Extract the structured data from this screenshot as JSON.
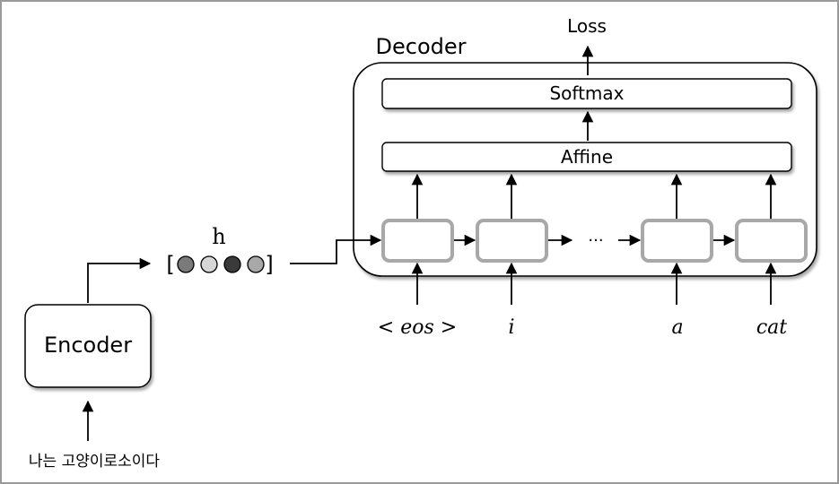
{
  "diagram": {
    "decoder_title": "Decoder",
    "loss_label": "Loss",
    "softmax_label": "Softmax",
    "affine_label": "Affine",
    "encoder_label": "Encoder",
    "encoder_input": "나는 고양이로소이다",
    "hidden_label": "h",
    "bracket_open": "[",
    "bracket_close": "]",
    "ellipsis": "···",
    "decoder_inputs": [
      "< eos >",
      "i",
      "a",
      "cat"
    ],
    "hidden_dot_colors": [
      "#7a7a7a",
      "#d6d6d6",
      "#3a3a3a",
      "#a8a8a8"
    ]
  }
}
